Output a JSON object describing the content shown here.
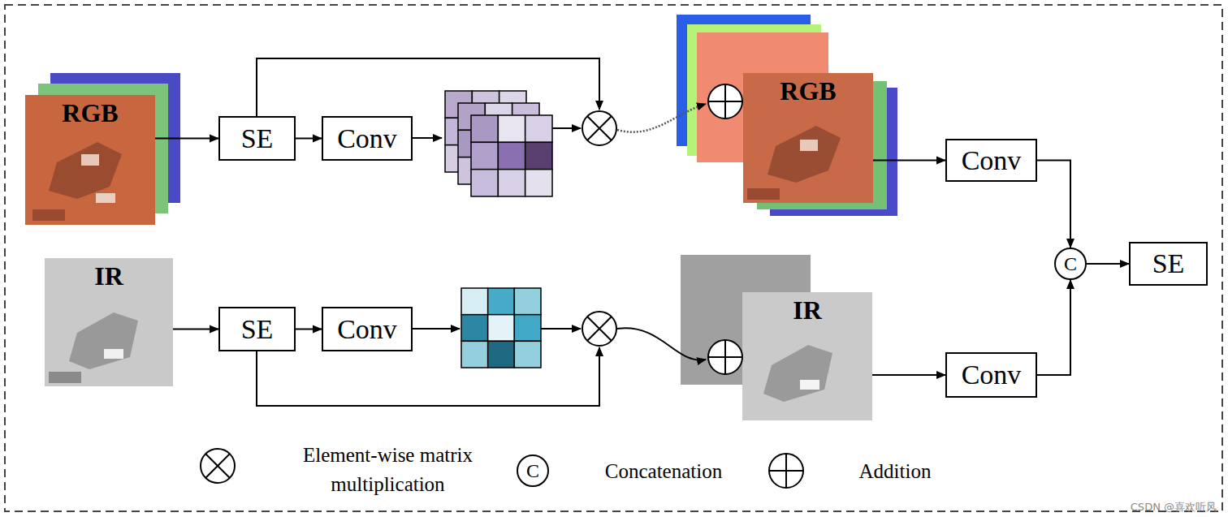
{
  "diagram": {
    "nodes": [
      {
        "text": [
          "RGB"
        ]
      },
      {
        "text": [
          "SE"
        ]
      },
      {
        "text": [
          "Conv"
        ]
      },
      {
        "text": [
          "RGB"
        ]
      },
      {
        "text": [
          "Conv"
        ]
      },
      {
        "text": [
          "C"
        ]
      },
      {
        "text": [
          "SE"
        ]
      },
      {
        "text": [
          "IR"
        ]
      },
      {
        "text": [
          "SE"
        ]
      },
      {
        "text": [
          "Conv"
        ]
      },
      {
        "text": [
          "IR"
        ]
      },
      {
        "text": [
          "Conv"
        ]
      }
    ],
    "edges": [
      {
        "from": 0,
        "to": 1,
        "arrow": "to"
      },
      {
        "from": 1,
        "to": 2,
        "arrow": "to"
      },
      {
        "from": 3,
        "to": 4,
        "arrow": "to"
      },
      {
        "from": 4,
        "to": 5,
        "arrow": "to"
      },
      {
        "from": 5,
        "to": 6,
        "arrow": "to"
      },
      {
        "from": 7,
        "to": 8,
        "arrow": "to"
      },
      {
        "from": 8,
        "to": 9,
        "arrow": "to"
      },
      {
        "from": 10,
        "to": 11,
        "arrow": "to"
      },
      {
        "from": 11,
        "to": 5,
        "arrow": "to"
      }
    ],
    "labels": [
      "C",
      "CSDN @喜欢听风"
    ],
    "legend": [
      {
        "text": "Element-wise matrix multiplication"
      },
      {
        "text": "Concatenation"
      },
      {
        "text": "Addition"
      }
    ]
  }
}
